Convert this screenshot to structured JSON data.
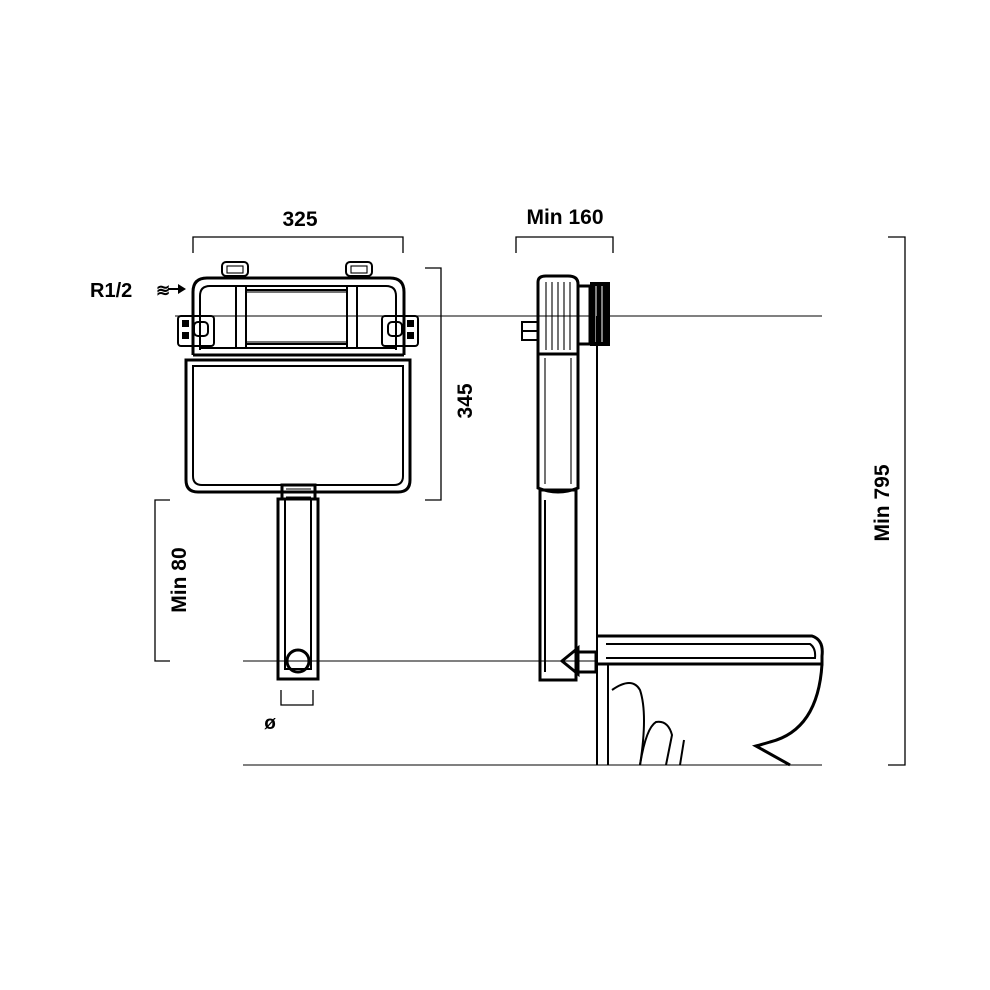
{
  "dimensions": {
    "width": "325",
    "height": "345",
    "min_depth": "Min 160",
    "min_height": "Min 795",
    "min_outlet": "Min 80",
    "diameter_symbol": "ø"
  },
  "inlet_label": "R1/2",
  "inlet_symbol": "≋"
}
